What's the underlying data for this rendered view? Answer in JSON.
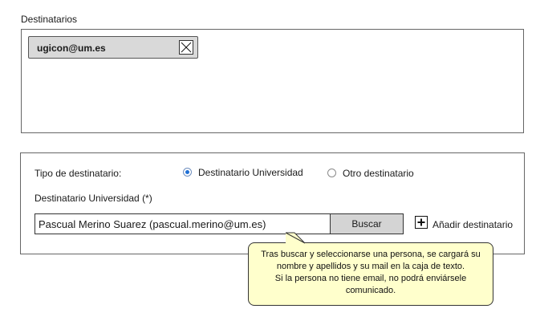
{
  "recipients": {
    "label": "Destinatarios",
    "chips": [
      {
        "email": "ugicon@um.es",
        "remove_icon": "close-icon"
      }
    ]
  },
  "form": {
    "tipo_label": "Tipo de destinatario:",
    "radio_options": [
      {
        "label": "Destinatario Universidad",
        "selected": true
      },
      {
        "label": "Otro destinatario",
        "selected": false
      }
    ],
    "univ_label": "Destinatario Universidad (*)",
    "search_value": "Pascual Merino Suarez (pascual.merino@um.es)",
    "search_button": "Buscar",
    "add_label": "Añadir destinatario",
    "add_icon": "plus-square-icon"
  },
  "tooltip": {
    "lines": [
      "Tras buscar y seleccionarse una persona, se cargará su",
      "nombre y apellidos y su mail en la caja de texto.",
      "Si la persona no tiene email, no podrá enviársele",
      "comunicado."
    ]
  },
  "colors": {
    "tooltip_bg": "#ffffcc",
    "button_bg": "#d4d4d4",
    "chip_bg": "#d9d9d9",
    "radio_selected": "#1f6fd6"
  }
}
